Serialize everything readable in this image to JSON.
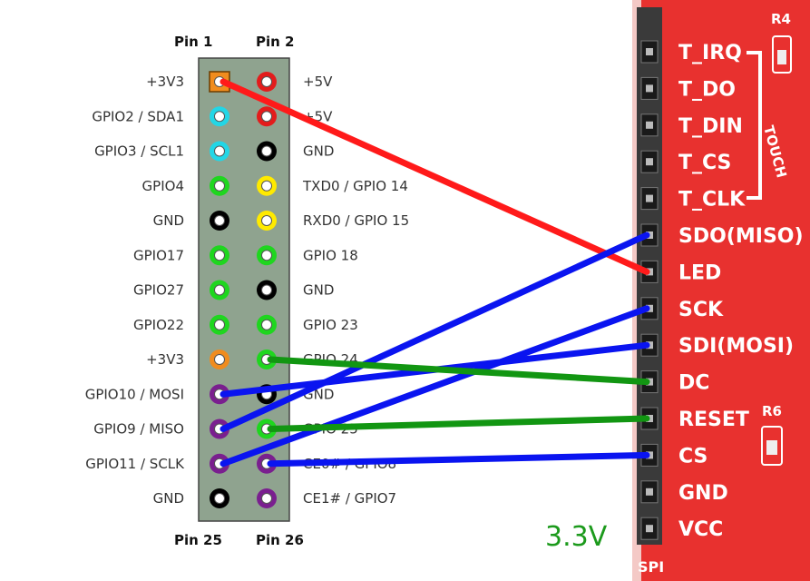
{
  "header": {
    "pin1": "Pin 1",
    "pin2": "Pin 2",
    "pin25": "Pin 25",
    "pin26": "Pin 26"
  },
  "left_pins": [
    {
      "label": "+3V3",
      "color": "orange",
      "square": true
    },
    {
      "label": "GPIO2 / SDA1",
      "color": "cyan"
    },
    {
      "label": "GPIO3 / SCL1",
      "color": "cyan"
    },
    {
      "label": "GPIO4",
      "color": "green"
    },
    {
      "label": "GND",
      "color": "black"
    },
    {
      "label": "GPIO17",
      "color": "green"
    },
    {
      "label": "GPIO27",
      "color": "green"
    },
    {
      "label": "GPIO22",
      "color": "green"
    },
    {
      "label": "+3V3",
      "color": "orange"
    },
    {
      "label": "GPIO10 / MOSI",
      "color": "purple"
    },
    {
      "label": "GPIO9 / MISO",
      "color": "purple"
    },
    {
      "label": "GPIO11 / SCLK",
      "color": "purple"
    },
    {
      "label": "GND",
      "color": "black"
    }
  ],
  "right_pins": [
    {
      "label": "+5V",
      "color": "red"
    },
    {
      "label": "+5V",
      "color": "red"
    },
    {
      "label": "GND",
      "color": "black"
    },
    {
      "label": "TXD0 / GPIO 14",
      "color": "yellow"
    },
    {
      "label": "RXD0 / GPIO 15",
      "color": "yellow"
    },
    {
      "label": "GPIO 18",
      "color": "green"
    },
    {
      "label": "GND",
      "color": "black"
    },
    {
      "label": "GPIO 23",
      "color": "green"
    },
    {
      "label": "GPIO 24",
      "color": "green"
    },
    {
      "label": "GND",
      "color": "black"
    },
    {
      "label": "GPIO 25",
      "color": "green"
    },
    {
      "label": "CE0# / GPIO8",
      "color": "purple"
    },
    {
      "label": "CE1# / GPIO7",
      "color": "purple"
    }
  ],
  "module": {
    "pins": [
      "T_IRQ",
      "T_DO",
      "T_DIN",
      "T_CS",
      "T_CLK",
      "SDO(MISO)",
      "LED",
      "SCK",
      "SDI(MOSI)",
      "DC",
      "RESET",
      "CS",
      "GND",
      "VCC"
    ],
    "touch_label": "TOUCH",
    "resistor_top": "R4",
    "resistor_mid": "R6",
    "bus_label": "SPI",
    "board_color": "#e8312f"
  },
  "voltage_note": "3.3V",
  "wires": [
    {
      "from": "left.0",
      "to": "module.LED",
      "color": "red"
    },
    {
      "from": "left.9",
      "to": "module.SDI(MOSI)",
      "color": "blue"
    },
    {
      "from": "left.10",
      "to": "module.SDO(MISO)",
      "color": "blue"
    },
    {
      "from": "left.11",
      "to": "module.SCK",
      "color": "blue"
    },
    {
      "from": "right.8",
      "to": "module.DC",
      "color": "green"
    },
    {
      "from": "right.10",
      "to": "module.RESET",
      "color": "green"
    },
    {
      "from": "right.11",
      "to": "module.CS",
      "color": "blue"
    }
  ],
  "colors": {
    "orange": "#f08c1e",
    "cyan": "#22d6e6",
    "green": "#1fd61f",
    "black": "#000000",
    "red": "#e31c1c",
    "yellow": "#ffea00",
    "purple": "#7a1f8f",
    "wire_red": "#ff1a1a",
    "wire_blue": "#0a14f0",
    "wire_green": "#129612",
    "header_board": "#8fa38f"
  }
}
